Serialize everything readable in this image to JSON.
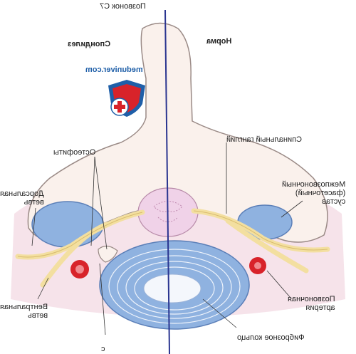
{
  "labels": {
    "vertebra": "Позвонок С7",
    "spondylosis": "Спондилез",
    "normal": "Норма",
    "osteophytes": "Остеофиты",
    "spinal_ganglion": "Спинальный ганглий",
    "dorsal_branch": "Дорсальная\nветвь",
    "facet_joint": "Межпозвоночный\n(фасеточный)\nсустав",
    "ventral_branch": "Вентральная\nветвь",
    "vertebral_artery": "Позвоночная\nартерия",
    "fibrous_ring": "Фиброзное кольцо",
    "bottom_left_partial": "с"
  },
  "watermark": {
    "text": "meduniver.com",
    "brand_color": "#1f5fa8",
    "cross_color": "#d8232a"
  },
  "colors": {
    "bone_fill": "#faf1ec",
    "bone_outline": "#9a8a86",
    "disc_blue": "#8fb2e0",
    "disc_rings": "#5b7fb8",
    "nerve_yellow": "#f3dfa0",
    "artery_red": "#d8232a",
    "cord_pink": "#f0d2e8",
    "midline": "#2a3590"
  }
}
